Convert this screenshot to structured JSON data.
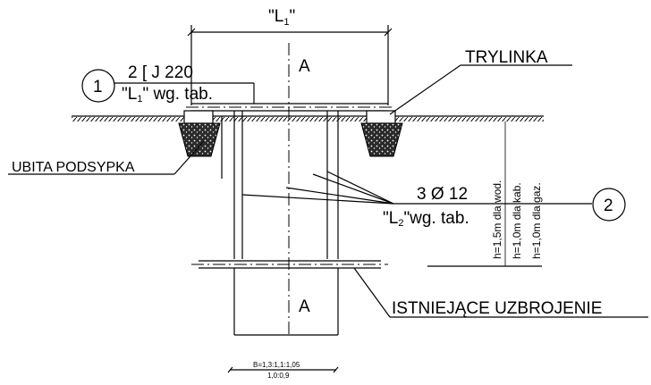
{
  "labels": {
    "dimension_top": "\"L",
    "dimension_top_sub": "1",
    "dimension_top_end": "\"",
    "section_top": "A",
    "section_bottom": "A",
    "item1_number": "1",
    "item1_line1": "2 [ J 220",
    "item1_line2_a": "\"L",
    "item1_line2_sub": "1",
    "item1_line2_b": "\" wg. tab.",
    "trylinka": "TRYLINKA",
    "ubita": "UBITA PODSYPKA",
    "item2_number": "2",
    "item2_line1": "3 Ø 12",
    "item2_line2_a": "\"L",
    "item2_line2_sub": "2",
    "item2_line2_b": "\"wg. tab.",
    "existing": "ISTNIEJĄCE UZBROJENIE",
    "h_wod": "h=1,5m dla wod.",
    "h_kab": "h=1,0m dla kab.",
    "h_gaz": "h=1,0m dla gaz.",
    "scale_line1": "B=1,3:1,1:1,05",
    "scale_line2": "1,0:0,9"
  },
  "colors": {
    "ink": "#000000",
    "background": "#ffffff"
  }
}
